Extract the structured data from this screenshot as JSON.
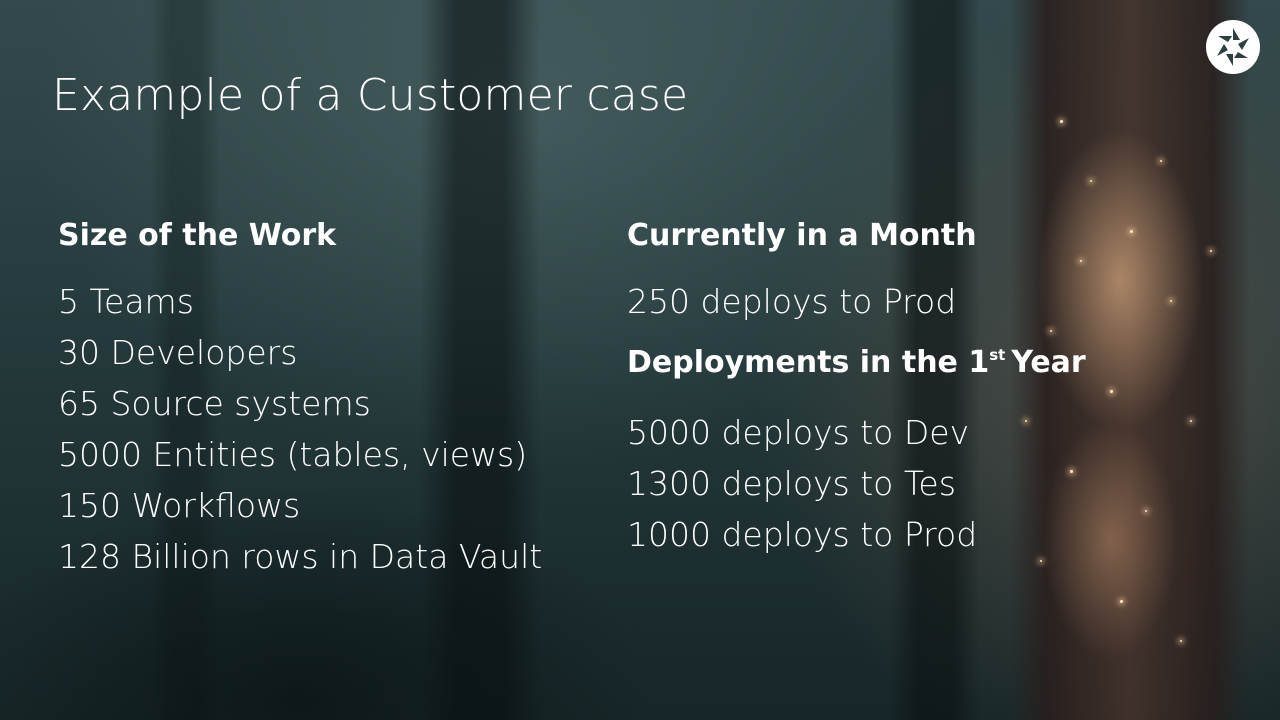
{
  "slide": {
    "title": "Example of a Customer case"
  },
  "left_column": {
    "heading": "Size of the Work",
    "items": [
      "5 Teams",
      "30 Developers",
      "65 Source systems",
      "5000 Entities (tables, views)",
      "150 Workflows",
      "128 Billion rows in Data Vault"
    ]
  },
  "right_column": {
    "monthly_heading": "Currently in a Month",
    "monthly_items": [
      "250 deploys to Prod"
    ],
    "yearly_heading_prefix": "Deployments in the 1",
    "yearly_heading_superscript": "st",
    "yearly_heading_suffix": "Year",
    "yearly_items": [
      "5000 deploys to Dev",
      "1300 deploys to Tes",
      "1000 deploys to Prod"
    ]
  },
  "logo": {
    "icon": "aperture-logo-icon"
  },
  "colors": {
    "text": "#ffffff",
    "background": "#253a3c",
    "glow": "#ffd8b0"
  }
}
